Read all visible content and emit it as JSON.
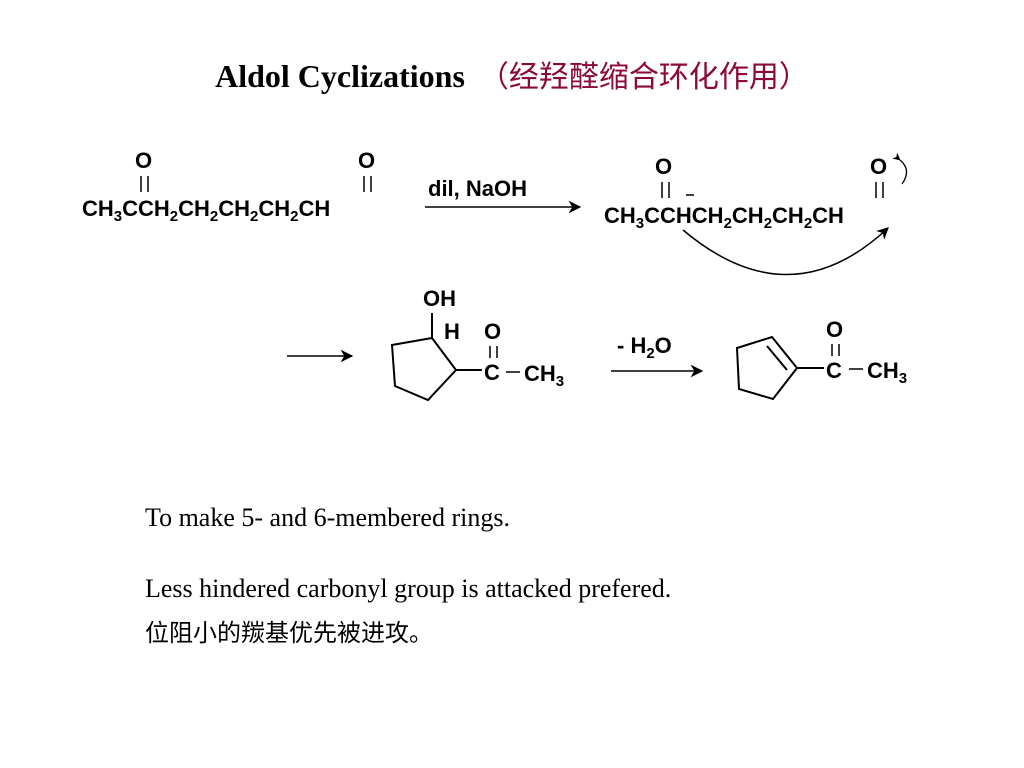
{
  "title": {
    "en": "Aldol Cyclizations",
    "zh": "（经羟醛缩合环化作用）"
  },
  "scheme": {
    "reactant": "CH3CCH2CH2CH2CH2CH",
    "reagent": "dil, NaOH",
    "enolate": "CH3CCHCH2CH2CH2CH",
    "dehydration": "- H2O",
    "atoms": {
      "oxygen": "O",
      "hydroxyl": "OH",
      "hydrogen": "H",
      "carbon": "C",
      "methyl": "CH3"
    }
  },
  "notes": [
    "To make 5- and 6-membered rings.",
    "Less hindered carbonyl group is attacked prefered.",
    "位阻小的羰基优先被进攻。"
  ]
}
